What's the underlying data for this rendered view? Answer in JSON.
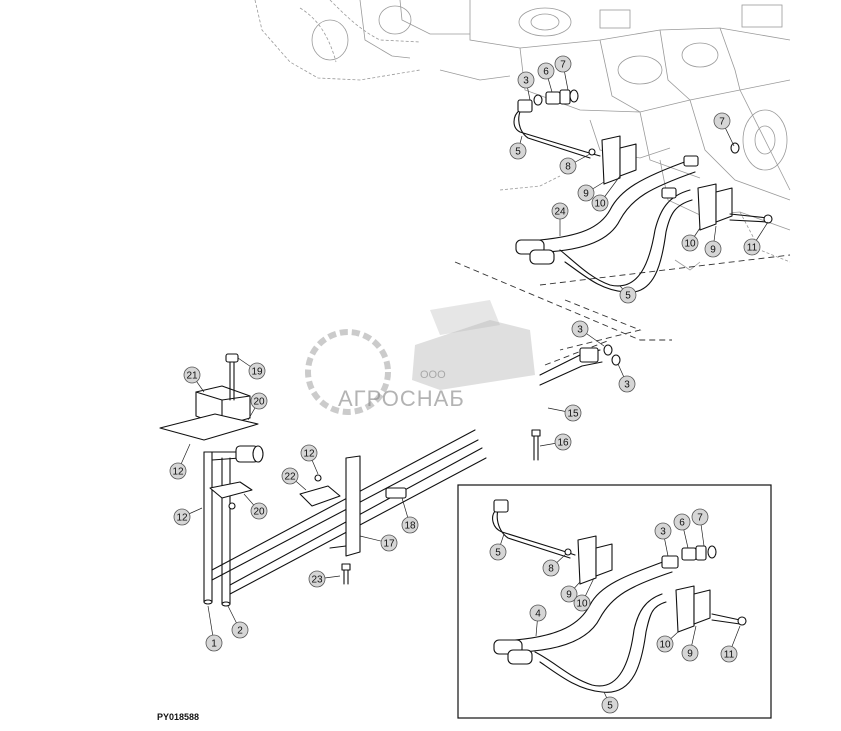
{
  "figure": {
    "reference_code": "PY018588"
  },
  "watermark": {
    "company_prefix": "ООО",
    "company_name": "АГРОСНАБ"
  },
  "callouts": {
    "main": [
      "3",
      "6",
      "7",
      "5",
      "8",
      "9",
      "10",
      "7",
      "10",
      "9",
      "11",
      "24",
      "5"
    ],
    "lower": [
      "21",
      "19",
      "20",
      "12",
      "12",
      "20",
      "12",
      "22",
      "18",
      "17",
      "23",
      "1",
      "2",
      "3",
      "3",
      "15",
      "16"
    ],
    "inset": [
      "5",
      "8",
      "3",
      "6",
      "7",
      "9",
      "10",
      "4",
      "10",
      "9",
      "11",
      "5"
    ]
  }
}
